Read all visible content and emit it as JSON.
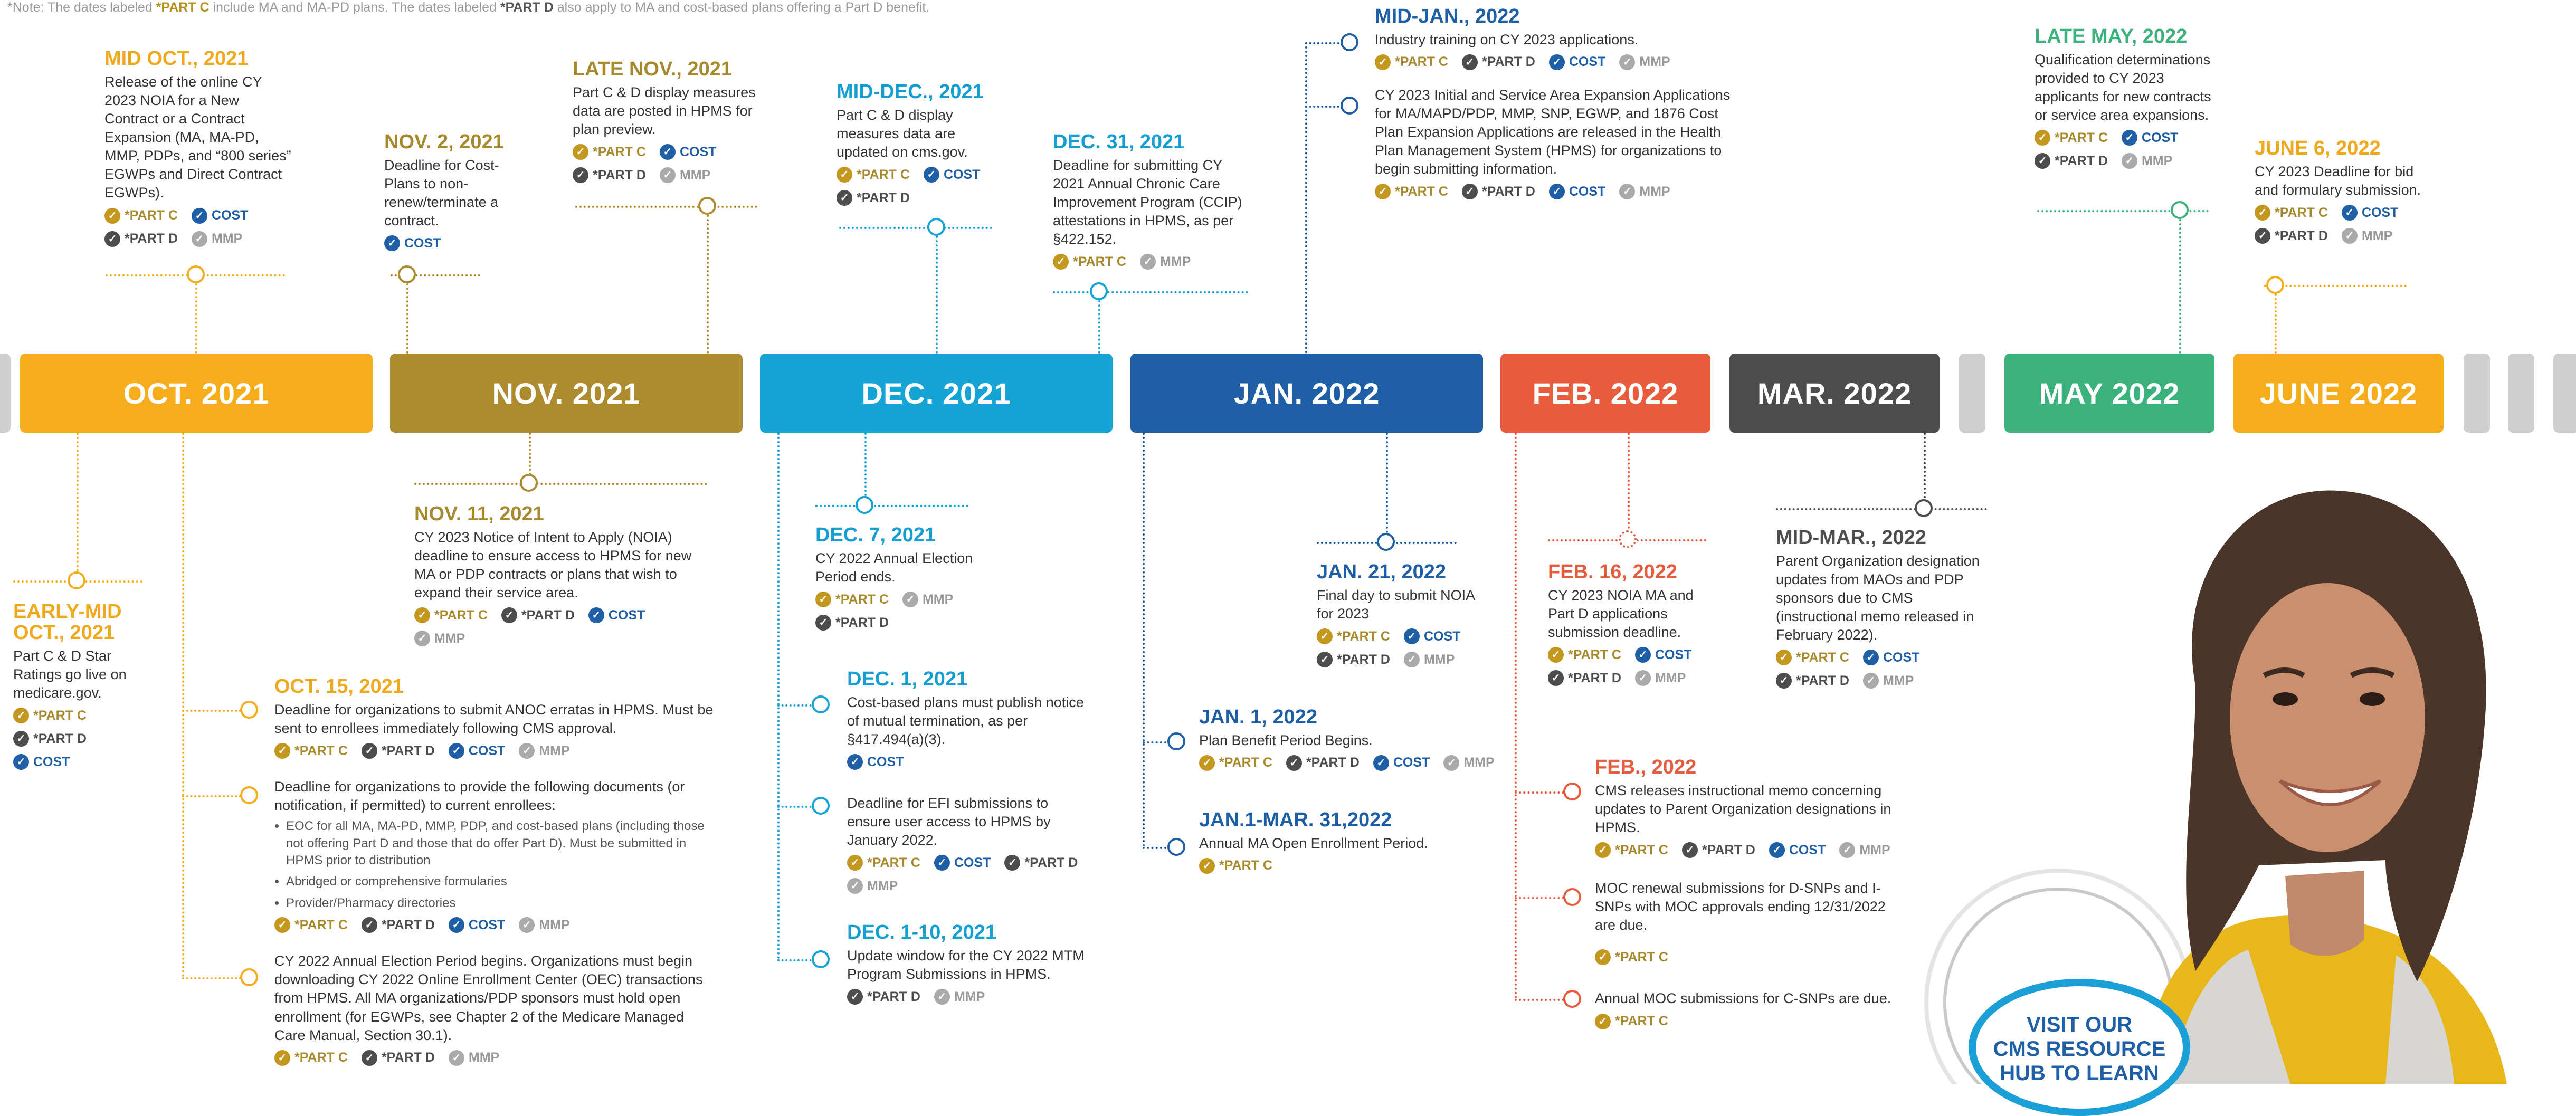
{
  "note": {
    "prefix": "*Note: The dates labeled ",
    "partc": "*PART C",
    "mid": " include MA and MA-PD plans. The dates labeled ",
    "partd": "*PART D",
    "suffix": " also apply to MA and cost-based plans offering a Part D benefit."
  },
  "months": {
    "oct": "OCT. 2021",
    "nov": "NOV. 2021",
    "dec": "DEC. 2021",
    "jan": "JAN. 2022",
    "feb": "FEB. 2022",
    "mar": "MAR. 2022",
    "may": "MAY 2022",
    "jun": "JUNE 2022"
  },
  "tags": {
    "partc": "*PART C",
    "partd": "*PART D",
    "cost": "COST",
    "mmp": "MMP"
  },
  "colors": {
    "oct": "#f5ad1b",
    "nov": "#ad8c2f",
    "dec": "#16a3d6",
    "jan": "#1f5fa6",
    "feb": "#e85b3d",
    "mar": "#4d4d4d",
    "may": "#3bb27c",
    "jun": "#f5ad1b",
    "partc_check": "#c4981e",
    "partd_check": "#4d4d4d",
    "cost_check": "#1f5fa6",
    "mmp_check": "#aaaaaa"
  },
  "events": {
    "mid_oct": {
      "date": "MID OCT., 2021",
      "text": "Release of the online CY 2023 NOIA for a New Contract or a Contract Expansion (MA, MA-PD, MMP, PDPs, and “800 series” EGWPs and Direct Contract EGWPs)."
    },
    "nov2": {
      "date": "NOV. 2, 2021",
      "text": "Deadline for Cost-Plans to non-renew/terminate a contract."
    },
    "late_nov": {
      "date": "LATE NOV., 2021",
      "text": "Part C & D display measures data are posted in HPMS for plan preview."
    },
    "mid_dec": {
      "date": "MID-DEC., 2021",
      "text": "Part C & D display measures data are updated on cms.gov."
    },
    "dec31": {
      "date": "DEC. 31, 2021",
      "text": "Deadline for submitting CY 2021 Annual Chronic Care Improvement Program (CCIP) attestations in HPMS, as per §422.152."
    },
    "mid_jan": {
      "date": "MID-JAN., 2022",
      "text1": "Industry training on CY 2023 applications.",
      "text2": "CY 2023 Initial and Service Area Expansion Applications for MA/MAPD/PDP, MMP, SNP, EGWP, and 1876 Cost Plan Expansion Applications are released in the Health Plan Management System (HPMS) for organizations to begin submitting information."
    },
    "late_may": {
      "date": "LATE MAY, 2022",
      "text": "Qualification determinations provided to CY 2023 applicants for new contracts or service area expansions."
    },
    "jun6": {
      "date": "JUNE 6, 2022",
      "text": "CY 2023 Deadline for bid and formulary submission."
    },
    "early_mid_oct": {
      "date": "EARLY-MID OCT., 2021",
      "text": "Part C & D Star Ratings go live on medicare.gov."
    },
    "oct15": {
      "date": "OCT. 15, 2021",
      "text1": "Deadline for organizations to submit ANOC erratas in HPMS. Must be sent to enrollees immediately following CMS approval.",
      "text2": "Deadline for organizations to provide the following documents (or notification, if permitted) to current enrollees:",
      "bullets": [
        "EOC for all MA, MA-PD, MMP, PDP, and cost-based plans (including those not offering Part D and those that do offer Part D). Must be submitted in HPMS prior to distribution",
        "Abridged or comprehensive formularies",
        "Provider/Pharmacy directories"
      ],
      "text3": "CY 2022 Annual Election Period begins. Organizations must begin downloading CY 2022 Online Enrollment Center (OEC) transactions from HPMS. All MA organizations/PDP sponsors must hold open enrollment (for EGWPs, see Chapter 2 of the Medicare Managed Care Manual, Section 30.1)."
    },
    "nov11": {
      "date": "NOV. 11, 2021",
      "text": "CY 2023 Notice of Intent to Apply (NOIA) deadline to ensure access to HPMS for new MA or PDP contracts or plans that wish to expand their service area."
    },
    "dec7": {
      "date": "DEC. 7, 2021",
      "text": "CY 2022 Annual Election Period ends."
    },
    "dec1": {
      "date": "DEC. 1, 2021",
      "text1": "Cost-based plans must publish notice of mutual termination, as per §417.494(a)(3).",
      "text2": "Deadline for EFI submissions to ensure user access to HPMS by January 2022."
    },
    "dec1_10": {
      "date": "DEC. 1-10, 2021",
      "text": "Update window for the CY 2022 MTM Program Submissions in HPMS."
    },
    "jan21": {
      "date": "JAN. 21, 2022",
      "text": "Final day to submit NOIA for 2023"
    },
    "jan1": {
      "date": "JAN. 1, 2022",
      "text": "Plan Benefit Period Begins."
    },
    "jan1_mar31": {
      "date": "JAN.1-MAR. 31,2022",
      "text": "Annual MA Open Enrollment Period."
    },
    "feb16": {
      "date": "FEB. 16, 2022",
      "text": "CY 2023 NOIA MA and Part D applications submission deadline."
    },
    "feb": {
      "date": "FEB., 2022",
      "text1": "CMS releases instructional memo concerning updates to Parent Organization designations in HPMS.",
      "text2": "MOC renewal submissions for D-SNPs and I-SNPs with MOC approvals ending 12/31/2022 are due.",
      "text3": "Annual MOC submissions for C-SNPs are due."
    },
    "mid_mar": {
      "date": "MID-MAR., 2022",
      "text": "Parent Organization designation updates from MAOs and PDP sponsors due to CMS (instructional memo released in February 2022)."
    }
  },
  "cta": {
    "line1": "VISIT OUR",
    "line2": "CMS RESOURCE",
    "line3": "HUB TO LEARN"
  }
}
